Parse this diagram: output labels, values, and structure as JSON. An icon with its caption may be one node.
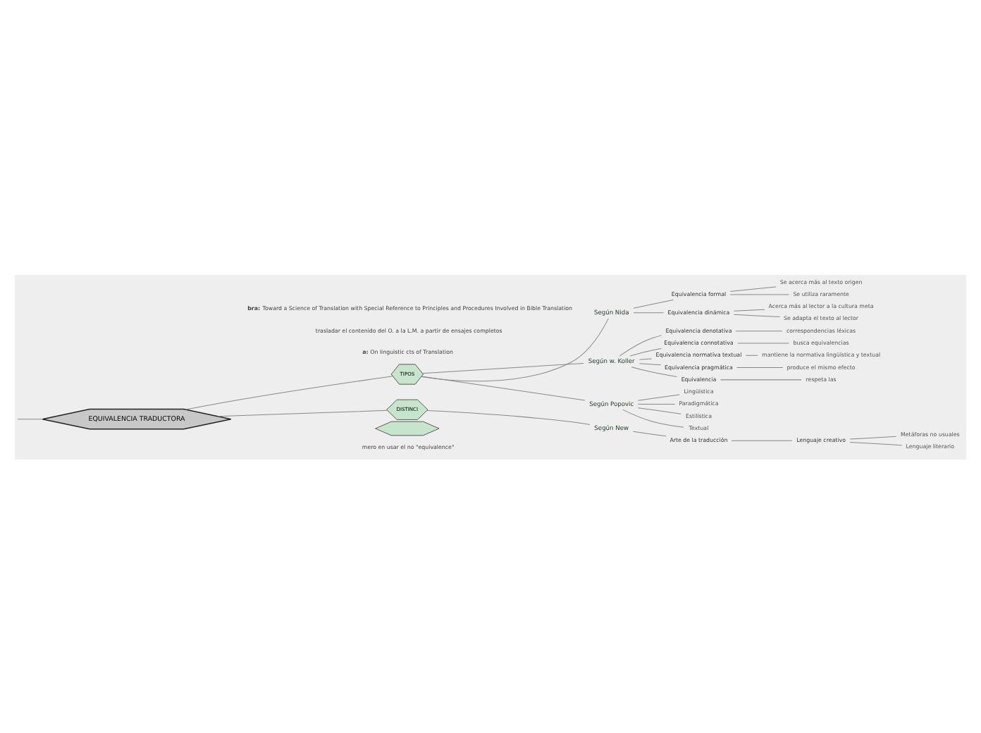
{
  "diagram": {
    "nodes": [
      {
        "text": [
          "EQUIVALENCIA TRADUCTORA"
        ]
      },
      {
        "text": [
          "TIPOS"
        ]
      },
      {
        "text": [
          "DISTINCI"
        ]
      },
      {
        "text": [
          "Según Nida"
        ]
      },
      {
        "text": [
          "Según w. Koller"
        ]
      },
      {
        "text": [
          "Según Popovic"
        ]
      },
      {
        "text": [
          "Según New"
        ]
      },
      {
        "text": [
          "Equivalencia formal"
        ]
      },
      {
        "text": [
          "Se acerca más al texto origen"
        ]
      },
      {
        "text": [
          "Se utiliza raramente"
        ]
      },
      {
        "text": [
          "Equivalencia dinámica"
        ]
      },
      {
        "text": [
          "Acerca más al lector a la cultura meta"
        ]
      },
      {
        "text": [
          "Se adapta el texto al lector"
        ]
      },
      {
        "text": [
          "Equivalencia denotativa"
        ]
      },
      {
        "text": [
          "correspondencias léxicas"
        ]
      },
      {
        "text": [
          "Equivalencia connotativa"
        ]
      },
      {
        "text": [
          "busca equivalencias"
        ]
      },
      {
        "text": [
          "Equivalencia normativa textual"
        ]
      },
      {
        "text": [
          "mantiene la normativa lingüística y textual"
        ]
      },
      {
        "text": [
          "Equivalencia pragmática"
        ]
      },
      {
        "text": [
          "produce el mismo efecto"
        ]
      },
      {
        "text": [
          "Equivalencia"
        ]
      },
      {
        "text": [
          "respeta las"
        ]
      },
      {
        "text": [
          "Lingüística"
        ]
      },
      {
        "text": [
          "Paradigmática"
        ]
      },
      {
        "text": [
          "Estilística"
        ]
      },
      {
        "text": [
          "Textual"
        ]
      },
      {
        "text": [
          "Arte de la traducción"
        ]
      },
      {
        "text": [
          "Lenguaje creativo"
        ]
      },
      {
        "text": [
          "Metáforas no usuales"
        ]
      },
      {
        "text": [
          "Lenguaje literario"
        ]
      },
      {
        "text": [],
        "shape": "hexagon"
      }
    ],
    "edges": [
      {
        "from": 0,
        "to": 1,
        "arrow": "none"
      },
      {
        "from": 0,
        "to": 2,
        "arrow": "none"
      },
      {
        "from": 0,
        "to": null,
        "arrow": "none"
      },
      {
        "from": 1,
        "to": 3,
        "arrow": "none"
      },
      {
        "from": 1,
        "to": 4,
        "arrow": "none"
      },
      {
        "from": 1,
        "to": 5,
        "arrow": "none"
      },
      {
        "from": 2,
        "to": 6,
        "arrow": "none"
      },
      {
        "from": 3,
        "to": 7,
        "arrow": "none"
      },
      {
        "from": 7,
        "to": 8,
        "arrow": "none"
      },
      {
        "from": 7,
        "to": 9,
        "arrow": "none"
      },
      {
        "from": 3,
        "to": 10,
        "arrow": "none"
      },
      {
        "from": 10,
        "to": 11,
        "arrow": "none"
      },
      {
        "from": 10,
        "to": 12,
        "arrow": "none"
      },
      {
        "from": 4,
        "to": 13,
        "arrow": "none"
      },
      {
        "from": 13,
        "to": 14,
        "arrow": "none"
      },
      {
        "from": 4,
        "to": 15,
        "arrow": "none"
      },
      {
        "from": 15,
        "to": 16,
        "arrow": "none"
      },
      {
        "from": 4,
        "to": 17,
        "arrow": "none"
      },
      {
        "from": 17,
        "to": 18,
        "arrow": "none"
      },
      {
        "from": 4,
        "to": 19,
        "arrow": "none"
      },
      {
        "from": 19,
        "to": 20,
        "arrow": "none"
      },
      {
        "from": 4,
        "to": 21,
        "arrow": "none"
      },
      {
        "from": 21,
        "to": 22,
        "arrow": "none"
      },
      {
        "from": 5,
        "to": 23,
        "arrow": "none"
      },
      {
        "from": 5,
        "to": 24,
        "arrow": "none"
      },
      {
        "from": 5,
        "to": 25,
        "arrow": "none"
      },
      {
        "from": 5,
        "to": 26,
        "arrow": "none"
      },
      {
        "from": 6,
        "to": 27,
        "arrow": "none"
      },
      {
        "from": 27,
        "to": 28,
        "arrow": "none"
      },
      {
        "from": 28,
        "to": 29,
        "arrow": "none"
      },
      {
        "from": 28,
        "to": 30,
        "arrow": "none"
      }
    ],
    "labels": [
      "mero en usar el no \"equivalence\"",
      "**a:** On linguistic cts of Translation",
      "trasladar el contenido del O. a la L.M. a partir de ensajes completos",
      "**bra:** Toward a Science of Translation with Special Reference to Principles and Procedures Involved in Bible Translation"
    ]
  }
}
